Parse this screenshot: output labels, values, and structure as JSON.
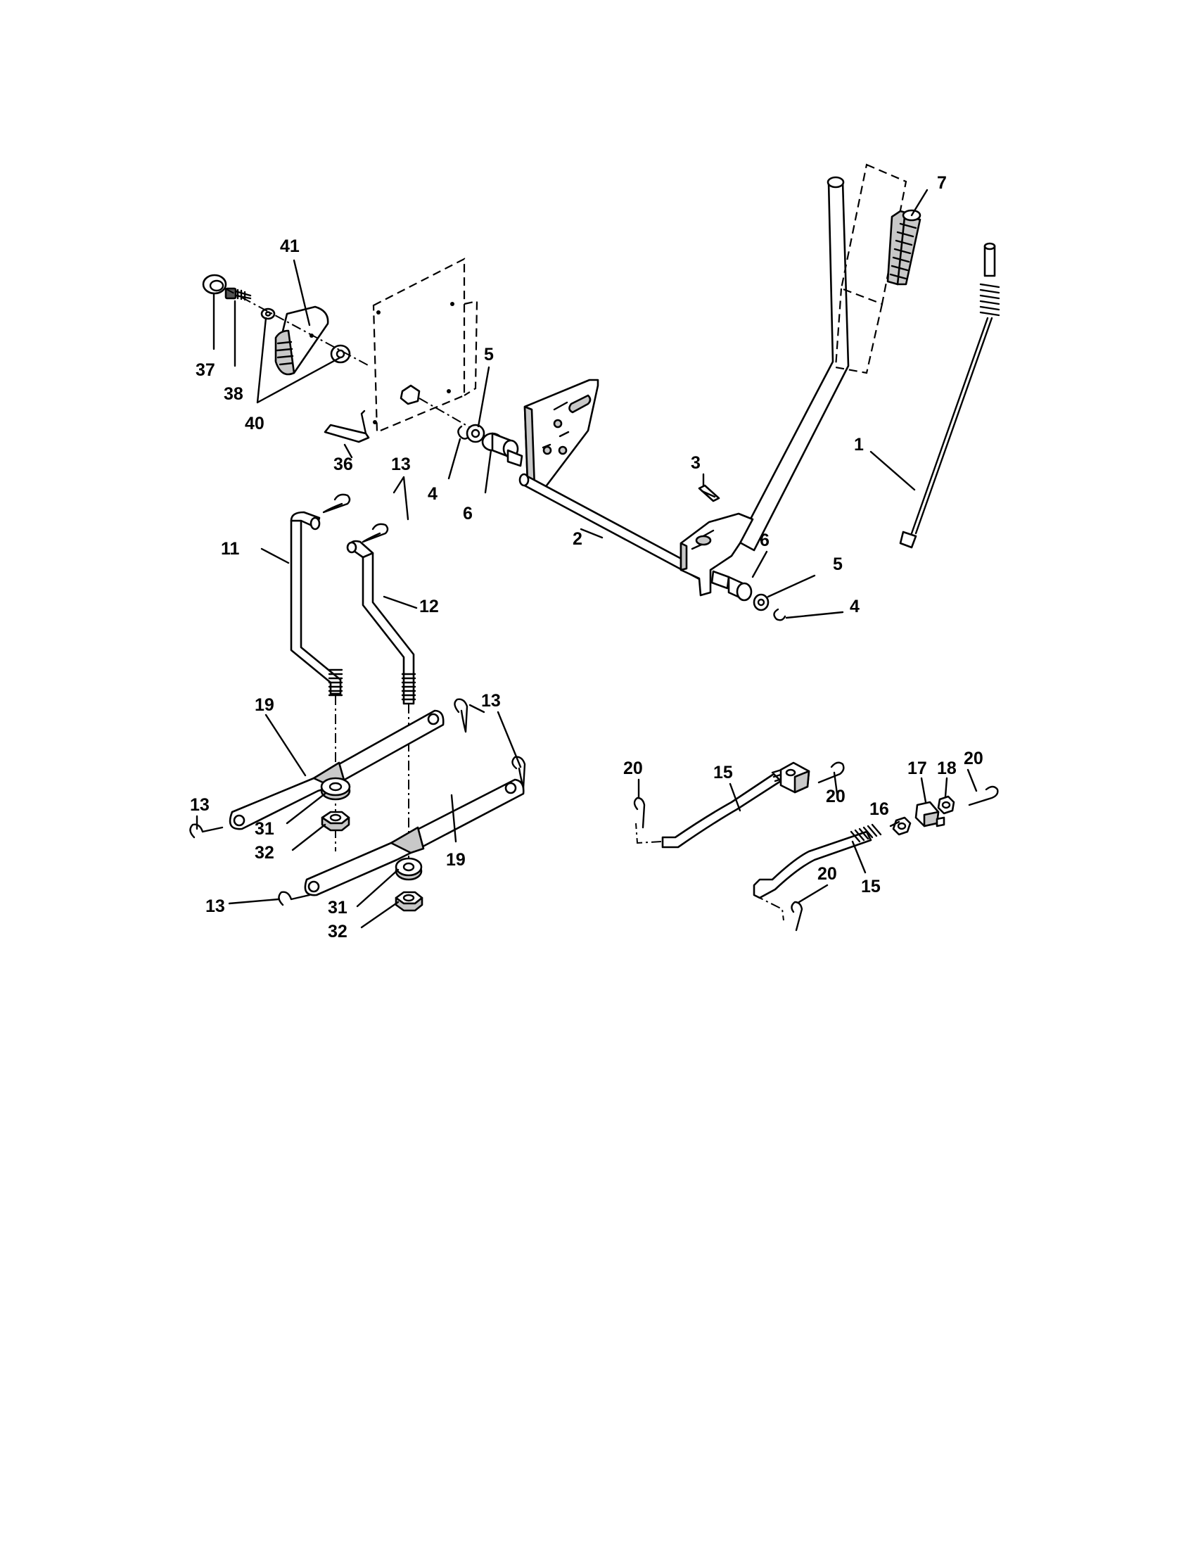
{
  "diagram": {
    "callouts": {
      "c41": "41",
      "c37": "37",
      "c38": "38",
      "c40": "40",
      "c36": "36",
      "c5a": "5",
      "c4a": "4",
      "c6a": "6",
      "c13a": "13",
      "c11": "11",
      "c12": "12",
      "c2": "2",
      "c3": "3",
      "c7": "7",
      "c1": "1",
      "c6b": "6",
      "c5b": "5",
      "c4b": "4",
      "c13b": "13",
      "c19a": "19",
      "c13c": "13",
      "c31a": "31",
      "c32a": "32",
      "c19b": "19",
      "c13d": "13",
      "c31b": "31",
      "c32b": "32",
      "c20a": "20",
      "c15a": "15",
      "c20b": "20",
      "c16": "16",
      "c17": "17",
      "c18": "18",
      "c20c": "20",
      "c15b": "15",
      "c20d": "20"
    }
  }
}
